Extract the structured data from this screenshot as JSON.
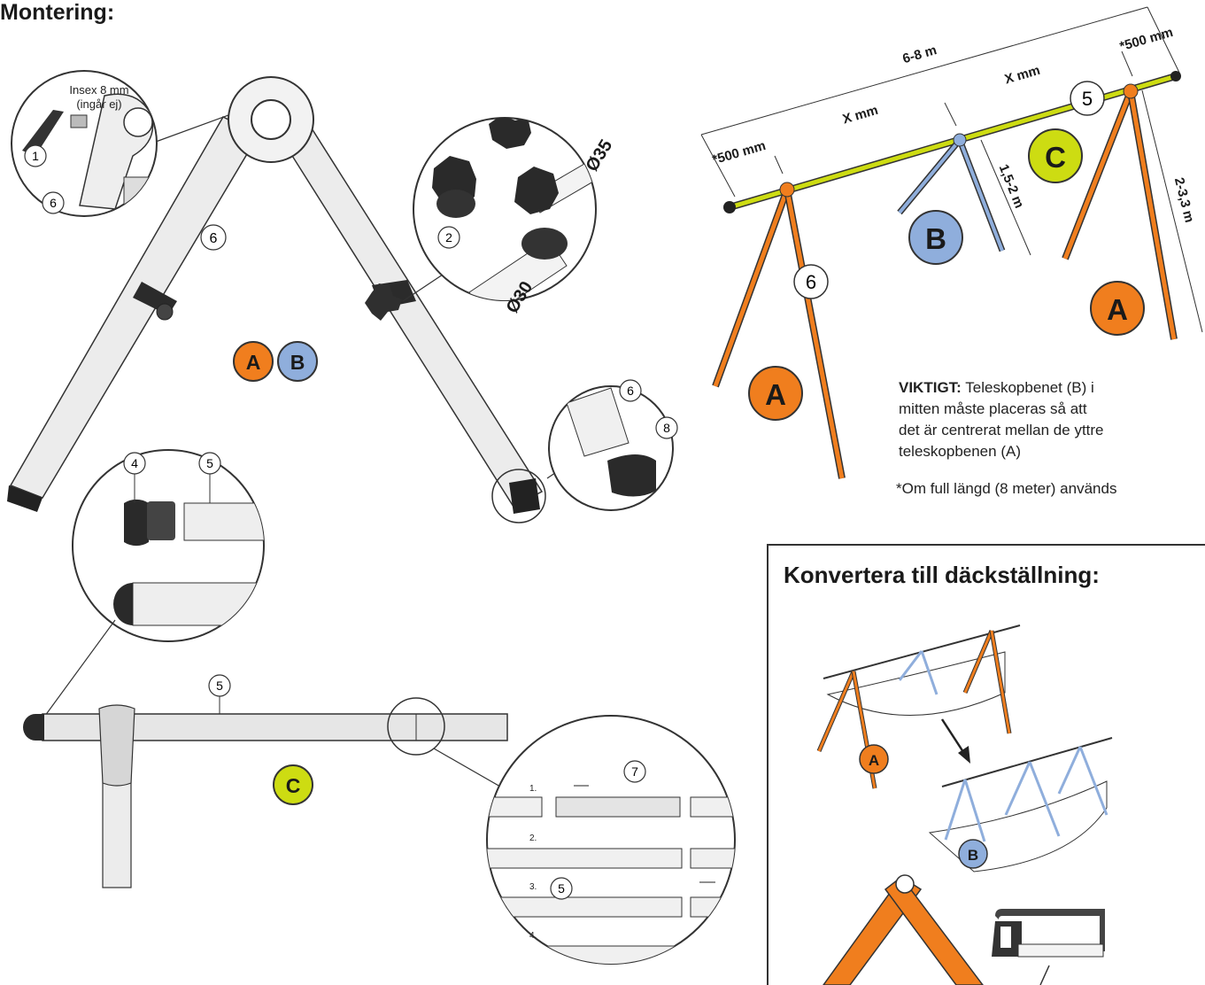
{
  "titles": {
    "montering": "Montering:",
    "konvertera": "Konvertera till däckställning:"
  },
  "callouts": {
    "insex": "Insex 8 mm",
    "ingar_ej": "(ingår ej)",
    "d35": "Ø35",
    "d30": "Ø30"
  },
  "parts": {
    "p1": "1",
    "p2": "2",
    "p4": "4",
    "p5": "5",
    "p6": "6",
    "p7": "7",
    "p8": "8"
  },
  "legs": {
    "a": "A",
    "b": "B",
    "c": "C"
  },
  "dimensions": {
    "total": "6-8 m",
    "end_left": "*500 mm",
    "end_right": "*500 mm",
    "x1": "X mm",
    "x2": "X mm",
    "height_b": "1,5-2 m",
    "height_a": "2-3,3 m"
  },
  "steps": {
    "s1": "1.",
    "s2": "2.",
    "s3": "3.",
    "s4": "4."
  },
  "notes": {
    "important_label": "VIKTIGT:",
    "important_line1": "Teleskopbenet (B) i",
    "important_line2": "mitten måste placeras så att",
    "important_line3": "det är centrerat mellan de yttre",
    "important_line4": "teleskopbenen (A)",
    "footnote": "*Om full längd (8 meter) används"
  },
  "colors": {
    "orange": "#F07E1E",
    "blue": "#8FAEDC",
    "lime": "#CDDC12",
    "tube": "#E8E8E8",
    "dark": "#2A2A2A"
  }
}
